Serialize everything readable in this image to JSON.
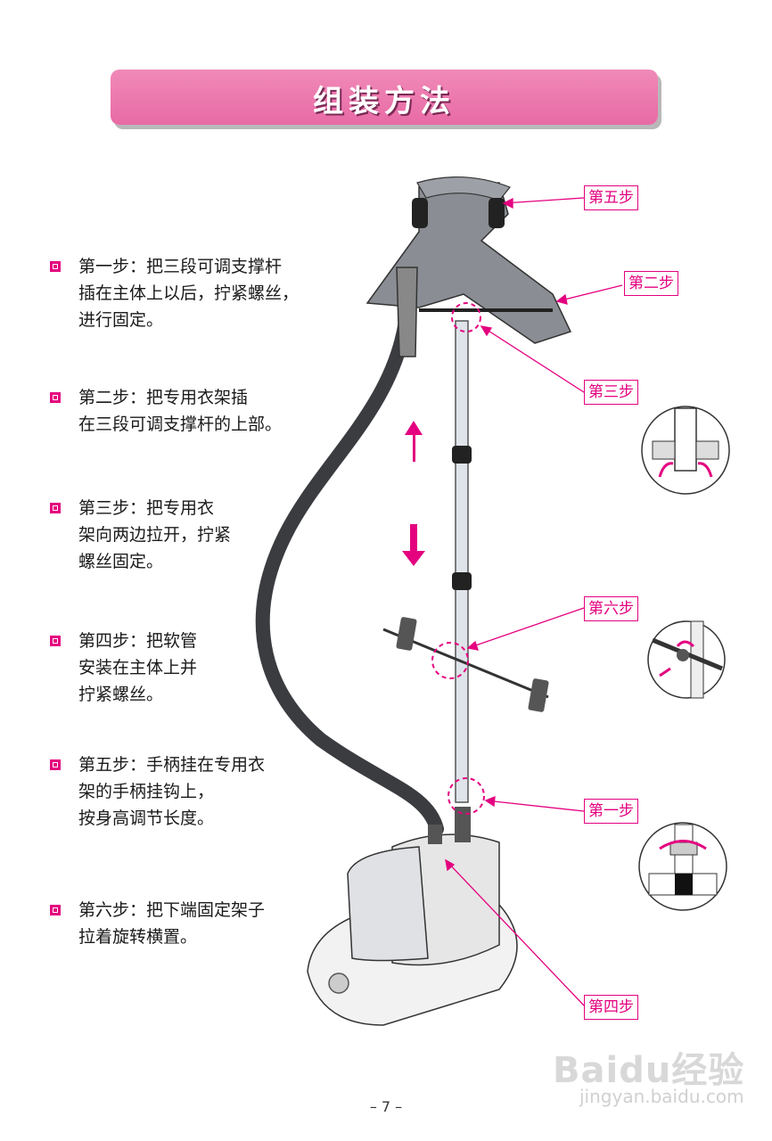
{
  "title": "组装方法",
  "steps": [
    "第一步：把三段可调支撑杆\n插在主体上以后，拧紧螺丝，\n进行固定。",
    "第二步：把专用衣架插\n在三段可调支撑杆的上部。",
    "第三步：把专用衣\n架向两边拉开，拧紧\n螺丝固定。",
    "第四步：把软管\n安装在主体上并\n拧紧螺丝。",
    "第五步：手柄挂在专用衣\n架的手柄挂钩上，\n按身高调节长度。",
    "第六步：把下端固定架子\n拉着旋转横置。"
  ],
  "callouts": {
    "step5": "第五步",
    "step2": "第二步",
    "step3": "第三步",
    "step6": "第六步",
    "step1": "第一步",
    "step4": "第四步"
  },
  "page_number": "– 7 –",
  "watermark": {
    "brand": "Baidu经验",
    "url": "jingyan.baidu.com"
  },
  "colors": {
    "accent": "#e4007f",
    "title_bg": "#ec7bb1"
  }
}
